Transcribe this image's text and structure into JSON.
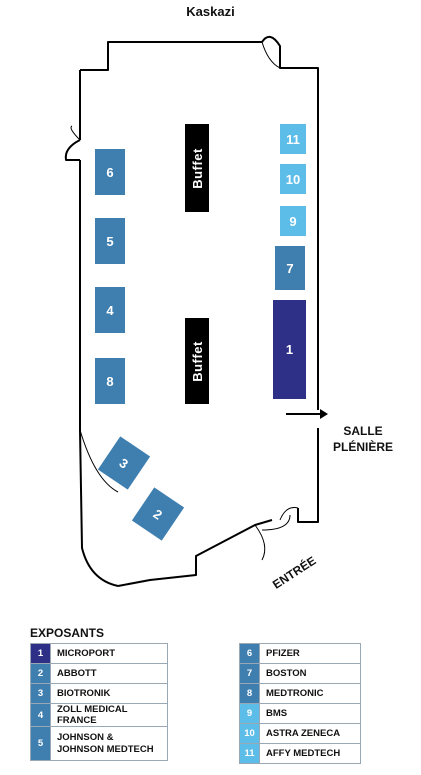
{
  "map": {
    "title": "Kaskazi",
    "salle_line1": "SALLE",
    "salle_line2": "PLÉNIÈRE",
    "entrance": "ENTRÉE",
    "buffets": [
      "Buffet",
      "Buffet"
    ]
  },
  "colors": {
    "dark_navy": "#2e2f86",
    "mid_blue": "#3f7fb0",
    "light_blue": "#5dbde9",
    "buffet": "#000000"
  },
  "booths": [
    {
      "id": "1",
      "color": "#2e2f86"
    },
    {
      "id": "2",
      "color": "#3f7fb0"
    },
    {
      "id": "3",
      "color": "#3f7fb0"
    },
    {
      "id": "4",
      "color": "#3f7fb0"
    },
    {
      "id": "5",
      "color": "#3f7fb0"
    },
    {
      "id": "6",
      "color": "#3f7fb0"
    },
    {
      "id": "7",
      "color": "#3f7fb0"
    },
    {
      "id": "8",
      "color": "#3f7fb0"
    },
    {
      "id": "9",
      "color": "#5dbde9"
    },
    {
      "id": "10",
      "color": "#5dbde9"
    },
    {
      "id": "11",
      "color": "#5dbde9"
    }
  ],
  "legend": {
    "title": "EXPOSANTS",
    "left": [
      {
        "num": "1",
        "name": "MICROPORT",
        "color": "#2e2f86"
      },
      {
        "num": "2",
        "name": "ABBOTT",
        "color": "#3f7fb0"
      },
      {
        "num": "3",
        "name": "BIOTRONIK",
        "color": "#3f7fb0"
      },
      {
        "num": "4",
        "name": "ZOLL MEDICAL FRANCE",
        "color": "#3f7fb0"
      },
      {
        "num": "5",
        "name": "JOHNSON & JOHNSON MEDTECH",
        "color": "#3f7fb0"
      }
    ],
    "right": [
      {
        "num": "6",
        "name": "PFIZER",
        "color": "#3f7fb0"
      },
      {
        "num": "7",
        "name": "BOSTON",
        "color": "#3f7fb0"
      },
      {
        "num": "8",
        "name": "MEDTRONIC",
        "color": "#3f7fb0"
      },
      {
        "num": "9",
        "name": "BMS",
        "color": "#5dbde9"
      },
      {
        "num": "10",
        "name": "ASTRA ZENECA",
        "color": "#5dbde9"
      },
      {
        "num": "11",
        "name": "AFFY MEDTECH",
        "color": "#5dbde9"
      }
    ]
  }
}
